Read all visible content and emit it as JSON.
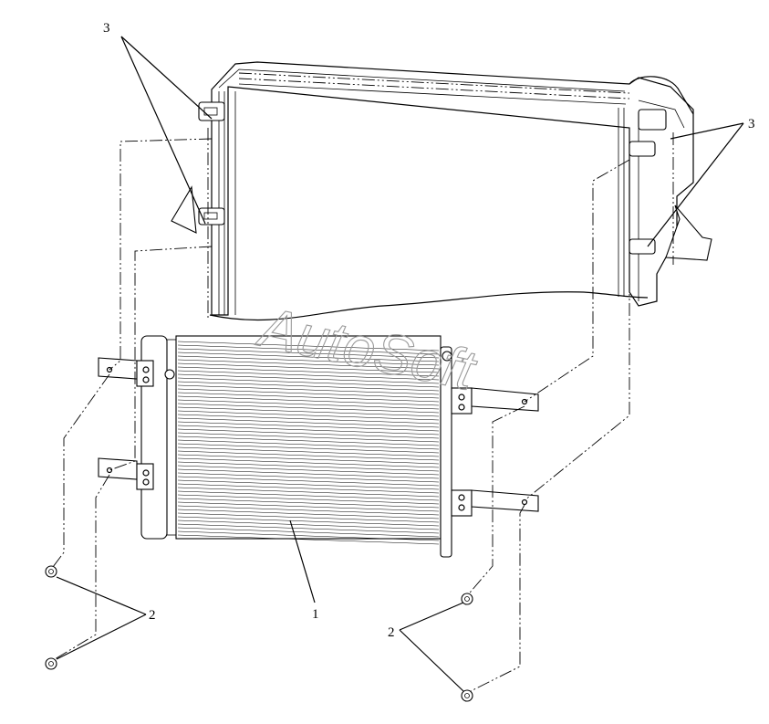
{
  "watermark": "AutoSoft",
  "callouts": {
    "bracket_top_left": "3",
    "bracket_top_right": "3",
    "condenser": "1",
    "nuts_left": "2",
    "nuts_right": "2"
  }
}
